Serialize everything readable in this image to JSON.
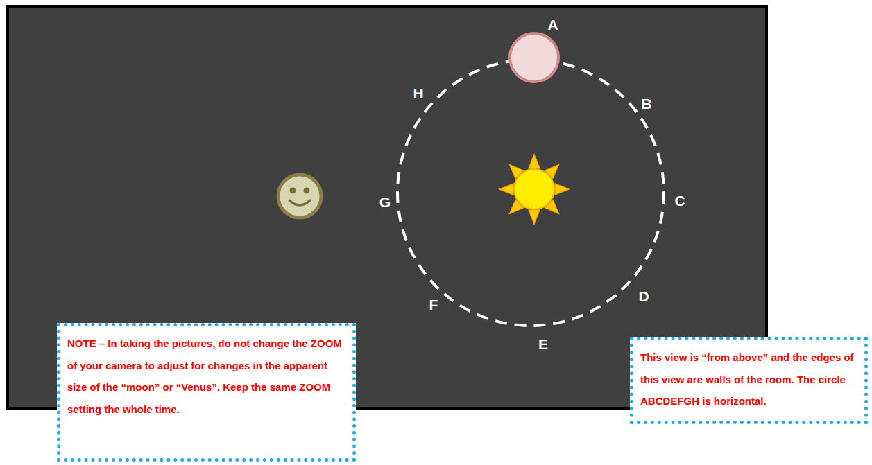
{
  "diagram": {
    "nodes": [
      {
        "text": [
          "NOTE – In taking the pictures, do not change the ZOOM of your camera to adjust for changes in the apparent size of the “moon” or “Venus”.  Keep the same ZOOM setting the whole time."
        ]
      },
      {
        "text": [
          "This view is “from above” and the edges of this view are walls of the room.  The circle ABCDEFGH is horizontal."
        ]
      }
    ],
    "labels": [
      "A",
      "B",
      "C",
      "D",
      "E",
      "F",
      "G",
      "H"
    ]
  }
}
